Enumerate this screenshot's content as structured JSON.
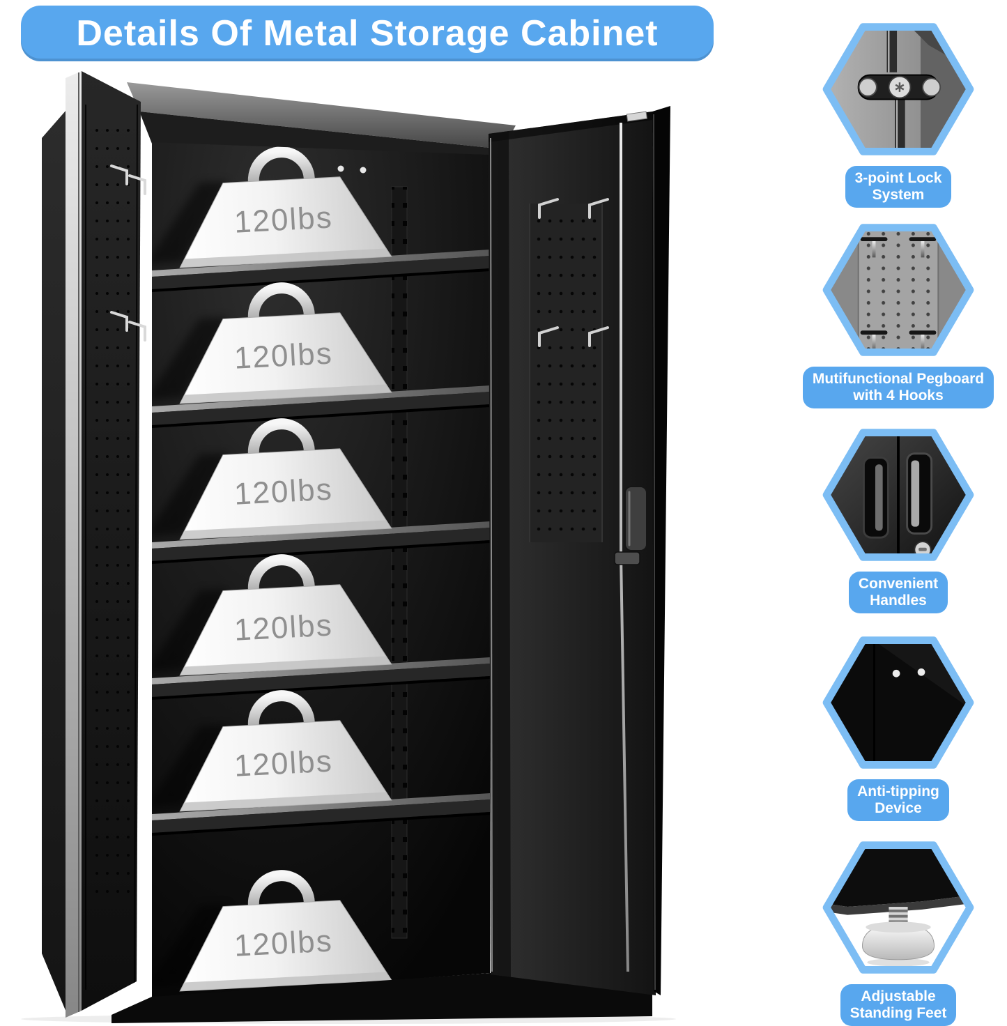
{
  "banner": {
    "title": "Details Of Metal Storage Cabinet"
  },
  "colors": {
    "accent": "#58a7ee",
    "hex_border": "#7cbdf4"
  },
  "cabinet": {
    "shelf_count": 6,
    "weights": [
      {
        "label": "120lbs"
      },
      {
        "label": "120lbs"
      },
      {
        "label": "120lbs"
      },
      {
        "label": "120lbs"
      },
      {
        "label": "120lbs"
      },
      {
        "label": "120lbs"
      }
    ]
  },
  "features": [
    {
      "id": "lock",
      "icon": "lock-mechanism-photo",
      "label_line1": "3-point Lock",
      "label_line2": "System"
    },
    {
      "id": "pegboard",
      "icon": "pegboard-hooks-photo",
      "label_line1": "Mutifunctional Pegboard",
      "label_line2": "with 4 Hooks"
    },
    {
      "id": "handles",
      "icon": "door-handles-photo",
      "label_line1": "Convenient",
      "label_line2": "Handles"
    },
    {
      "id": "antitip",
      "icon": "anti-tip-holes-photo",
      "label_line1": "Anti-tipping",
      "label_line2": "Device"
    },
    {
      "id": "feet",
      "icon": "adjustable-foot-photo",
      "label_line1": "Adjustable",
      "label_line2": "Standing Feet"
    }
  ]
}
